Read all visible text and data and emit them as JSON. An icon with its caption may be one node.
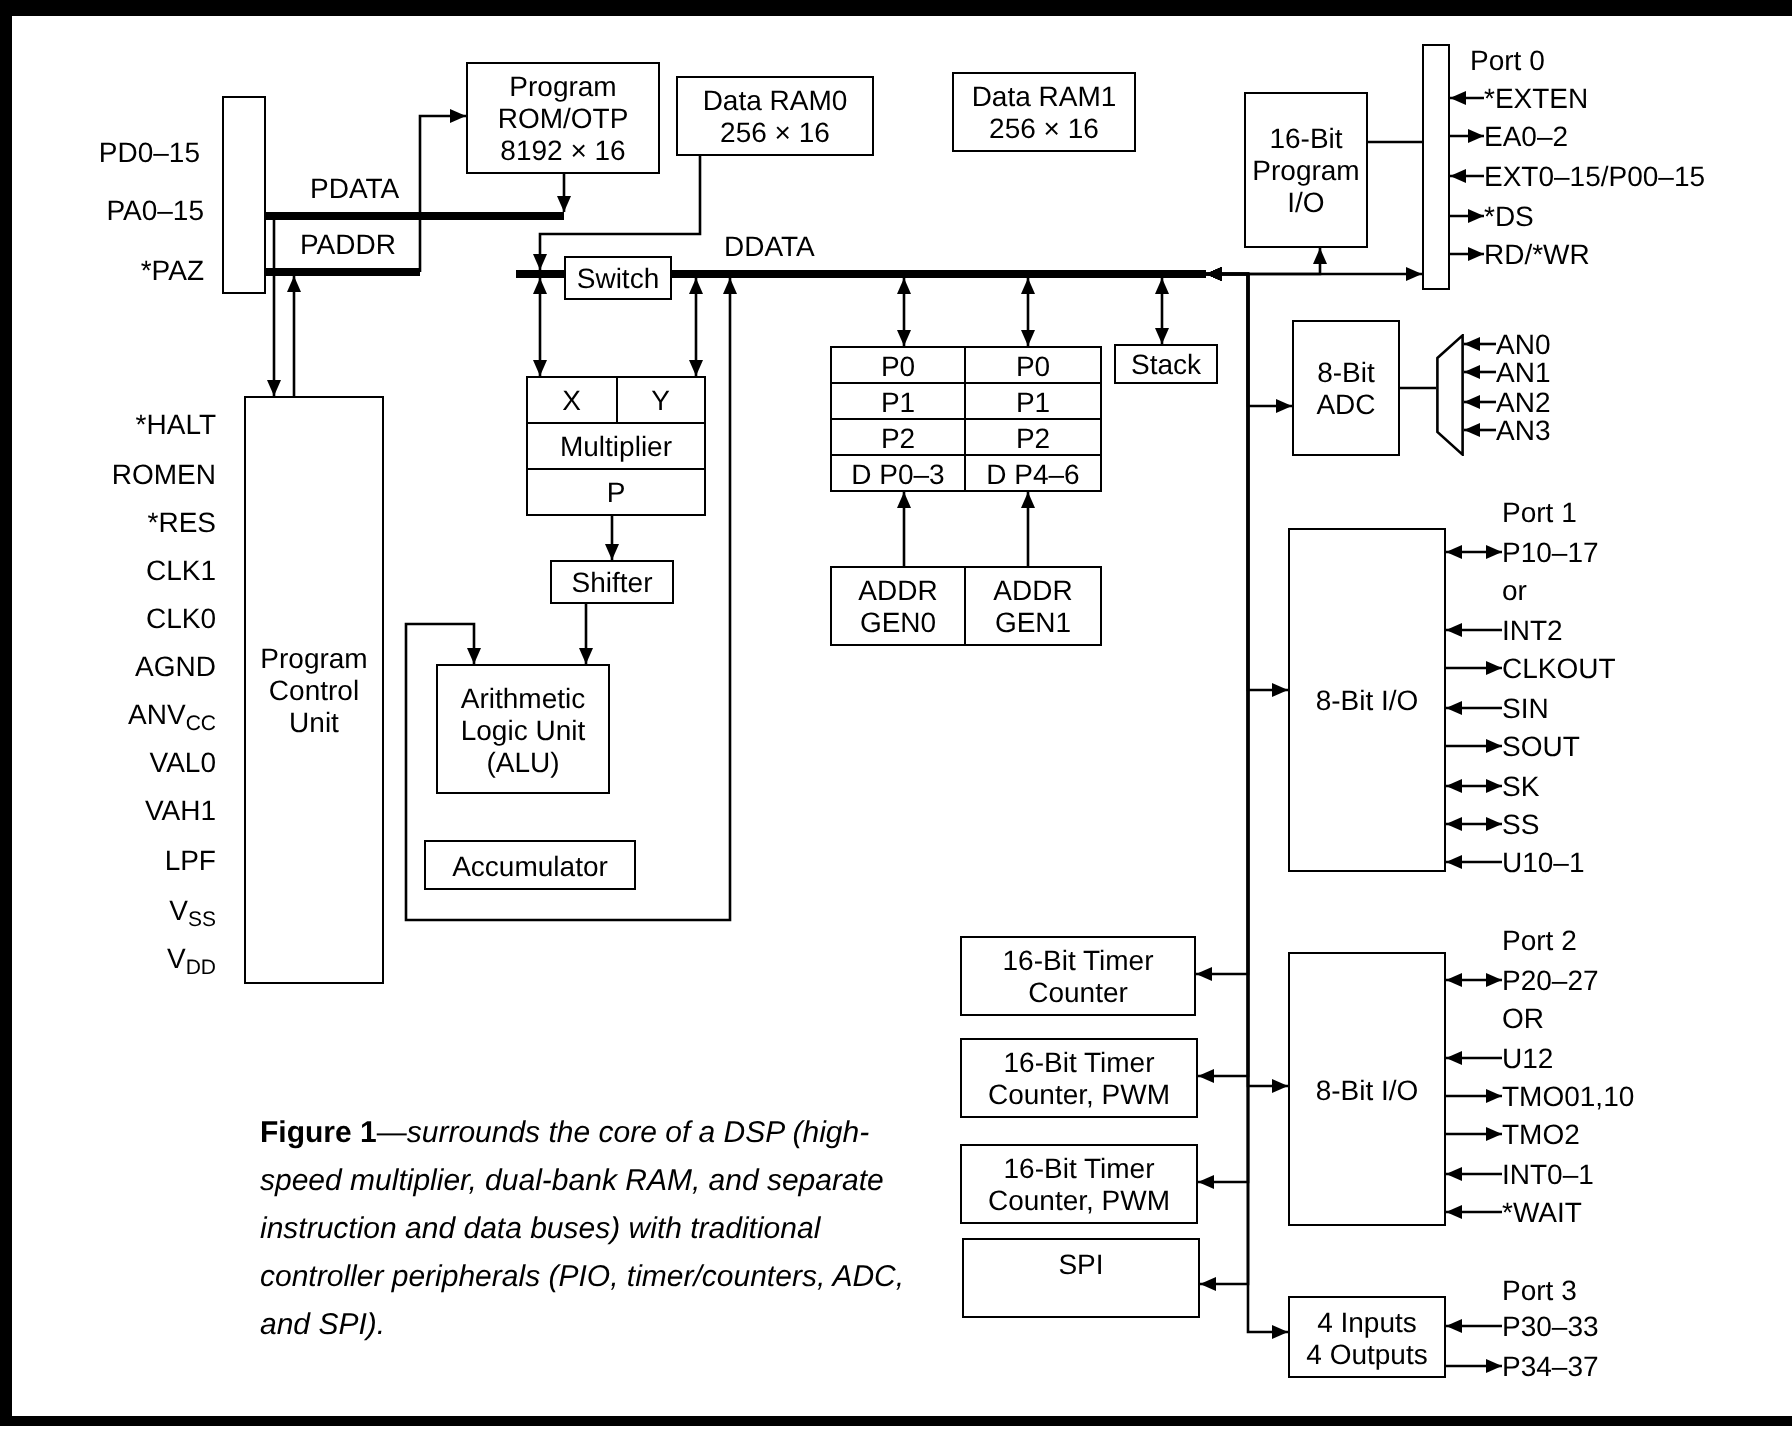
{
  "diagram": {
    "caption": "**Figure 1**—*surrounds the core of a DSP (high-speed multiplier, dual-bank RAM, and separate instruction and data buses) with traditional controller peripherals (PIO, timer/counters, ADC, and SPI).*",
    "nodes": [
      {
        "text": [],
        "shape": "bar"
      },
      {
        "text": [
          "PDATA"
        ]
      },
      {
        "text": [
          "PADDR"
        ]
      },
      {
        "text": [
          "Program ROM/OTP",
          "8192 × 16"
        ]
      },
      {
        "text": [
          "Data RAM0",
          "256 × 16"
        ]
      },
      {
        "text": [
          "Data RAM1",
          "256 × 16"
        ]
      },
      {
        "text": [
          "DDATA"
        ]
      },
      {
        "text": [
          "Switch"
        ]
      },
      {
        "text": [
          "16-Bit Program I/O"
        ]
      },
      {
        "text": [],
        "shape": "bar"
      },
      {
        "text": [
          "8-Bit ADC"
        ]
      },
      {
        "text": [],
        "shape": "trapezoid"
      },
      {
        "text": [
          "X",
          "Y",
          "Multiplier",
          "P"
        ]
      },
      {
        "text": [
          "Shifter"
        ]
      },
      {
        "text": [
          "Arithmetic Logic Unit (ALU)"
        ]
      },
      {
        "text": [
          "Accumulator"
        ]
      },
      {
        "text": [
          "P0",
          "P1",
          "P2",
          "D P0–3"
        ]
      },
      {
        "text": [
          "P0",
          "P1",
          "P2",
          "D P4–6"
        ]
      },
      {
        "text": [
          "Stack"
        ]
      },
      {
        "text": [
          "ADDR GEN0"
        ]
      },
      {
        "text": [
          "ADDR GEN1"
        ]
      },
      {
        "text": [
          "Program Control Unit"
        ]
      },
      {
        "text": [
          "8-Bit I/O"
        ]
      },
      {
        "text": [
          "16-Bit Timer Counter"
        ]
      },
      {
        "text": [
          "16-Bit Timer Counter, PWM"
        ]
      },
      {
        "text": [
          "16-Bit Timer Counter, PWM"
        ]
      },
      {
        "text": [
          "SPI"
        ]
      },
      {
        "text": [
          "8-Bit I/O"
        ]
      },
      {
        "text": [
          "4 Inputs",
          "4 Outputs"
        ]
      },
      {
        "text": [
          "*EXTEN"
        ]
      },
      {
        "text": [
          "EA0–2"
        ]
      },
      {
        "text": [
          "EXT0–15/P00–15"
        ]
      },
      {
        "text": [
          "*DS"
        ]
      },
      {
        "text": [
          "RD/*WR"
        ]
      },
      {
        "text": [
          "AN0"
        ]
      },
      {
        "text": [
          "AN1"
        ]
      },
      {
        "text": [
          "AN2"
        ]
      },
      {
        "text": [
          "AN3"
        ]
      },
      {
        "text": [
          "P10–17"
        ]
      },
      {
        "text": [
          "INT2"
        ]
      },
      {
        "text": [
          "CLKOUT"
        ]
      },
      {
        "text": [
          "SIN"
        ]
      },
      {
        "text": [
          "SOUT"
        ]
      },
      {
        "text": [
          "SK"
        ]
      },
      {
        "text": [
          "SS"
        ]
      },
      {
        "text": [
          "U10–1"
        ]
      },
      {
        "text": [
          "P20–27"
        ]
      },
      {
        "text": [
          "U12"
        ]
      },
      {
        "text": [
          "TMO01,10"
        ]
      },
      {
        "text": [
          "TMO2"
        ]
      },
      {
        "text": [
          "INT0–1"
        ]
      },
      {
        "text": [
          "*WAIT"
        ]
      },
      {
        "text": [
          "P30–33"
        ]
      },
      {
        "text": [
          "P34–37"
        ]
      }
    ],
    "edges": [
      {
        "from": 1,
        "to": 21,
        "arrow": "to"
      },
      {
        "from": 21,
        "to": 2,
        "arrow": "to"
      },
      {
        "from": 2,
        "to": 3,
        "arrow": "to"
      },
      {
        "from": 3,
        "to": 1,
        "arrow": "to"
      },
      {
        "from": 4,
        "to": 6,
        "arrow": "to"
      },
      {
        "from": 6,
        "to": 12,
        "arrow": "both"
      },
      {
        "from": 6,
        "to": 12,
        "arrow": "both"
      },
      {
        "from": 12,
        "to": 13,
        "arrow": "to"
      },
      {
        "from": 13,
        "to": 14,
        "arrow": "to"
      },
      {
        "from": 6,
        "to": 14,
        "arrow": "both"
      },
      {
        "from": 6,
        "to": 16,
        "arrow": "both"
      },
      {
        "from": 6,
        "to": 17,
        "arrow": "both"
      },
      {
        "from": 6,
        "to": 18,
        "arrow": "both"
      },
      {
        "from": 19,
        "to": 16,
        "arrow": "to"
      },
      {
        "from": 20,
        "to": 17,
        "arrow": "to"
      },
      {
        "from": 6,
        "to": 9,
        "arrow": "both"
      },
      {
        "from": 6,
        "to": 8,
        "arrow": "to"
      },
      {
        "from": 8,
        "to": 9,
        "arrow": "none"
      },
      {
        "from": 6,
        "to": 10,
        "arrow": "both"
      },
      {
        "from": 6,
        "to": 22,
        "arrow": "both"
      },
      {
        "from": 6,
        "to": 23,
        "arrow": "both"
      },
      {
        "from": 6,
        "to": 24,
        "arrow": "both"
      },
      {
        "from": 6,
        "to": 27,
        "arrow": "both"
      },
      {
        "from": 6,
        "to": 25,
        "arrow": "both"
      },
      {
        "from": 6,
        "to": 26,
        "arrow": "both"
      },
      {
        "from": 6,
        "to": 28,
        "arrow": "both"
      },
      {
        "from": 10,
        "to": 11,
        "arrow": "none"
      },
      {
        "from": 29,
        "to": 9,
        "arrow": "to"
      },
      {
        "from": 9,
        "to": 30,
        "arrow": "to"
      },
      {
        "from": 31,
        "to": 9,
        "arrow": "to"
      },
      {
        "from": 9,
        "to": 32,
        "arrow": "to"
      },
      {
        "from": 9,
        "to": 33,
        "arrow": "to"
      },
      {
        "from": 34,
        "to": 11,
        "arrow": "to"
      },
      {
        "from": 35,
        "to": 11,
        "arrow": "to"
      },
      {
        "from": 36,
        "to": 11,
        "arrow": "to"
      },
      {
        "from": 37,
        "to": 11,
        "arrow": "to"
      },
      {
        "from": 22,
        "to": 38,
        "arrow": "both"
      },
      {
        "from": 39,
        "to": 22,
        "arrow": "to"
      },
      {
        "from": 22,
        "to": 40,
        "arrow": "to"
      },
      {
        "from": 41,
        "to": 22,
        "arrow": "to"
      },
      {
        "from": 22,
        "to": 42,
        "arrow": "to"
      },
      {
        "from": 22,
        "to": 43,
        "arrow": "both"
      },
      {
        "from": 22,
        "to": 44,
        "arrow": "both"
      },
      {
        "from": 45,
        "to": 22,
        "arrow": "to"
      },
      {
        "from": 27,
        "to": 46,
        "arrow": "both"
      },
      {
        "from": 47,
        "to": 27,
        "arrow": "to"
      },
      {
        "from": 27,
        "to": 48,
        "arrow": "to"
      },
      {
        "from": 27,
        "to": 49,
        "arrow": "to"
      },
      {
        "from": 50,
        "to": 27,
        "arrow": "to"
      },
      {
        "from": 51,
        "to": 27,
        "arrow": "to"
      },
      {
        "from": 52,
        "to": 28,
        "arrow": "to"
      },
      {
        "from": 28,
        "to": 53,
        "arrow": "to"
      }
    ],
    "labels": [
      "Port 0",
      "PD0–15",
      "PA0–15",
      "*PAZ",
      "*HALT",
      "ROMEN",
      "*RES",
      "CLK1",
      "CLK0",
      "AGND",
      "ANV$_{CC}$",
      "VAL0",
      "VAH1",
      "LPF",
      "V$_{SS}$",
      "V$_{DD}$",
      "Port 1",
      "or",
      "Port 2",
      "OR",
      "Port 3"
    ]
  }
}
